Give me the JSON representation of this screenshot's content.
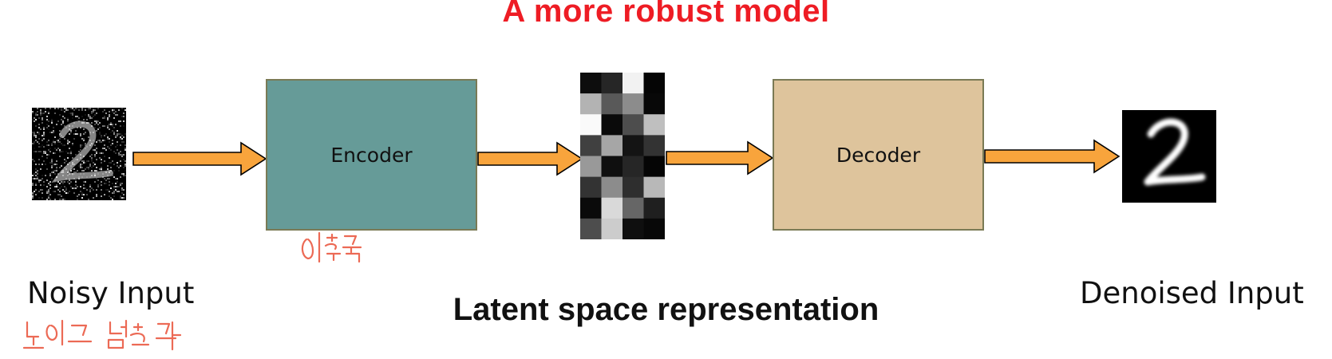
{
  "title": "A more robust model",
  "encoder_label": "Encoder",
  "decoder_label": "Decoder",
  "noisy_input_label": "Noisy Input",
  "denoised_input_label": "Denoised Input",
  "latent_label": "Latent space representation",
  "colors": {
    "title": "#ee1c24",
    "encoder_fill": "#669b98",
    "decoder_fill": "#dec49c",
    "arrow_fill": "#f8a43c",
    "annotation_ink": "#ec6a55"
  },
  "latent_grid": {
    "cols": 4,
    "rows": 8,
    "grays": [
      [
        0.05,
        0.15,
        0.95,
        0.02
      ],
      [
        0.7,
        0.35,
        0.55,
        0.03
      ],
      [
        0.98,
        0.04,
        0.3,
        0.75
      ],
      [
        0.25,
        0.65,
        0.08,
        0.2
      ],
      [
        0.6,
        0.06,
        0.15,
        0.02
      ],
      [
        0.2,
        0.55,
        0.18,
        0.72
      ],
      [
        0.04,
        0.85,
        0.4,
        0.12
      ],
      [
        0.3,
        0.8,
        0.06,
        0.03
      ]
    ]
  }
}
